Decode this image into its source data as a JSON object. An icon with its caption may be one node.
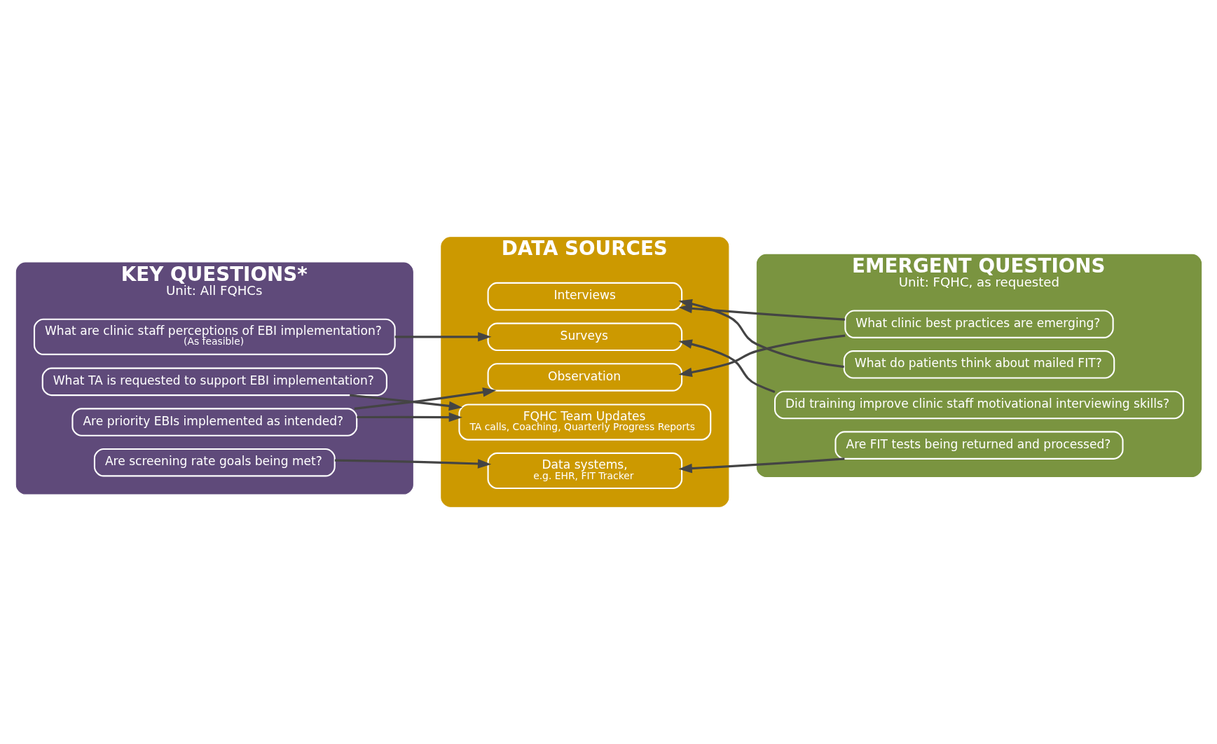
{
  "diagram": {
    "nodes": [
      {
        "text": [
          "KEY QUESTIONS*",
          "Unit: All FQHCs"
        ]
      },
      {
        "text": [
          "Are screening rate goals being met?"
        ],
        "in": 0
      },
      {
        "text": [
          "Are priority EBIs implemented as intended?"
        ],
        "in": 0
      },
      {
        "text": [
          "What TA is requested to support EBI implementation?"
        ],
        "in": 0
      },
      {
        "text": [
          "What are clinic staff perceptions of EBI implementation?",
          "(As feasible)"
        ],
        "in": 0
      },
      {
        "text": [
          "DATA SOURCES"
        ]
      },
      {
        "text": [
          "Data systems,",
          "e.g. EHR, FIT Tracker"
        ],
        "in": 5
      },
      {
        "text": [
          "FQHC Team Updates",
          "TA calls, Coaching, Quarterly Progress Reports"
        ],
        "in": 5
      },
      {
        "text": [
          "Surveys"
        ],
        "in": 5
      },
      {
        "text": [
          "Interviews"
        ],
        "in": 5
      },
      {
        "text": [
          "Observation"
        ],
        "in": 5
      },
      {
        "text": [
          "EMERGENT QUESTIONS",
          "Unit: FQHC, as requested"
        ]
      },
      {
        "text": [
          "Are FIT tests being returned and processed?"
        ],
        "in": 11
      },
      {
        "text": [
          "Did training improve clinic staff motivational interviewing skills?"
        ],
        "in": 11
      },
      {
        "text": [
          "What do patients think about mailed FIT?"
        ],
        "in": 11
      },
      {
        "text": [
          "What clinic best practices are emerging?"
        ],
        "in": 11
      }
    ],
    "edges": [
      {
        "from": 1,
        "to": 6,
        "arrow": "to"
      },
      {
        "from": 2,
        "to": 7,
        "arrow": "to"
      },
      {
        "from": 2,
        "to": 10,
        "arrow": "to"
      },
      {
        "from": 3,
        "to": 7,
        "arrow": "to"
      },
      {
        "from": 4,
        "to": 8,
        "arrow": "to"
      },
      {
        "from": 12,
        "to": 6,
        "arrow": "to"
      },
      {
        "from": 13,
        "to": 8,
        "arrow": "to"
      },
      {
        "from": 14,
        "to": 9,
        "arrow": "to"
      },
      {
        "from": 15,
        "to": 9,
        "arrow": "to"
      },
      {
        "from": 15,
        "to": 10,
        "arrow": "to"
      }
    ]
  }
}
